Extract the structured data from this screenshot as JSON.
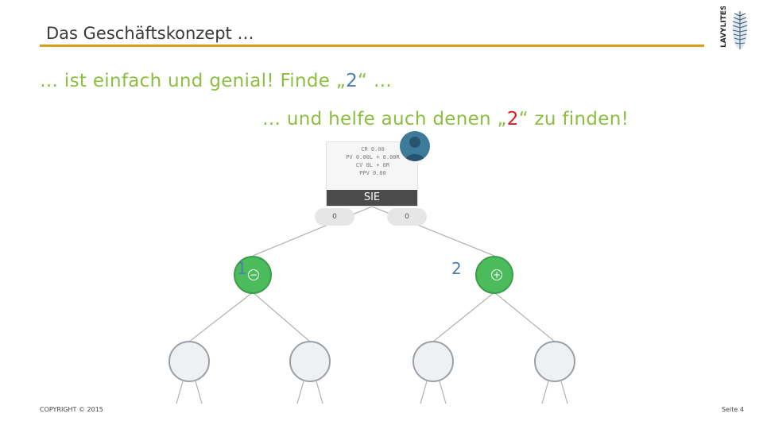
{
  "header": {
    "title": "Das Geschäftskonzept …",
    "accent_color": "#d4a017"
  },
  "headline": {
    "line1_prefix": "… ist einfach und genial! Finde „",
    "line1_highlight": "2",
    "line1_suffix": "“ …",
    "line2_prefix": "… und helfe auch denen „",
    "line2_highlight": "2",
    "line2_suffix": "“ zu finden!",
    "text_color": "#8bbf3f",
    "highlight_blue": "#4a7fb0",
    "highlight_red": "#d62020"
  },
  "card": {
    "lines": [
      "CR 0.00",
      "PV 0.00L + 0.00R",
      "CV 0L + 0R",
      "PPV 0.00"
    ],
    "label": "SIE"
  },
  "pills": {
    "left": "0",
    "right": "0"
  },
  "nodes": {
    "left_number": "1",
    "left_sign": "−",
    "right_number": "2",
    "right_sign": "+"
  },
  "footer": {
    "copyright": "COPYRIGHT © 2015",
    "page": "Seite 4"
  }
}
